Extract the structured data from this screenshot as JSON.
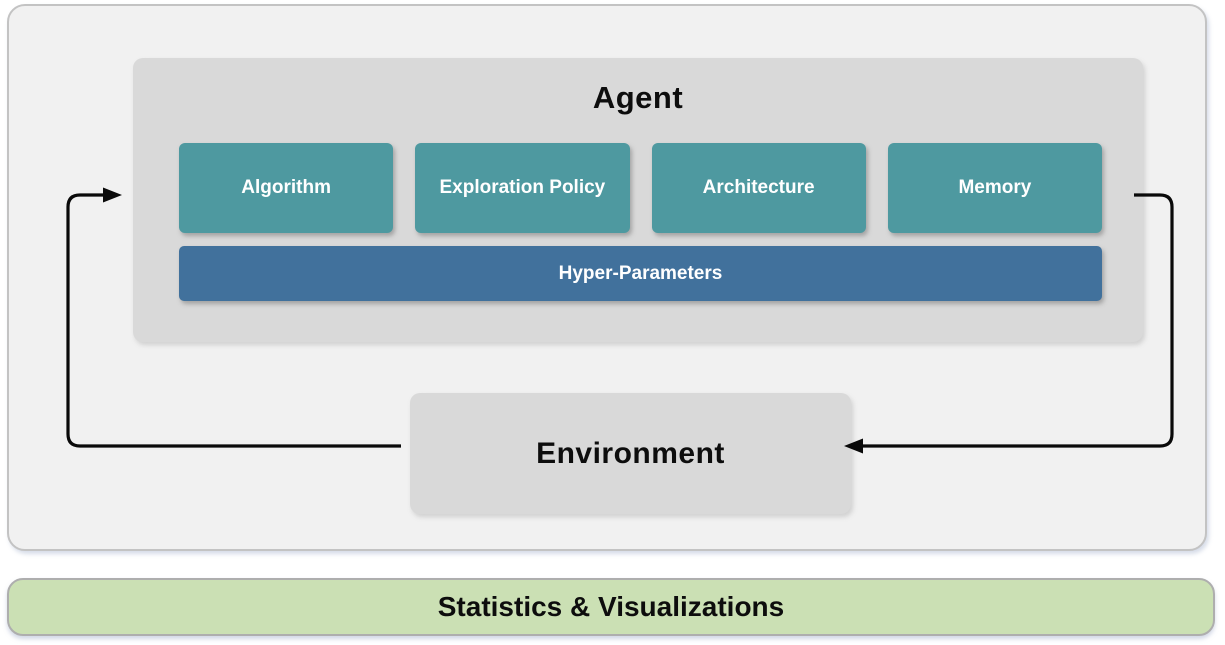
{
  "colors": {
    "teal": "#4E99A0",
    "blue": "#41719C",
    "green": "#CBE0B4",
    "gray_box": "#D9D9D9",
    "outer_bg": "#F1F1F1",
    "arrow": "#0A0A0A"
  },
  "agent": {
    "title": "Agent",
    "modules": [
      "Algorithm",
      "Exploration Policy",
      "Architecture",
      "Memory"
    ],
    "hyper_parameters_label": "Hyper-Parameters"
  },
  "environment": {
    "title": "Environment"
  },
  "footer": {
    "title": "Statistics & Visualizations"
  },
  "arrows": [
    {
      "name": "environment-to-agent",
      "description": "loop from Environment left side up into Agent"
    },
    {
      "name": "agent-to-environment",
      "description": "loop from Agent right side down into Environment"
    }
  ]
}
